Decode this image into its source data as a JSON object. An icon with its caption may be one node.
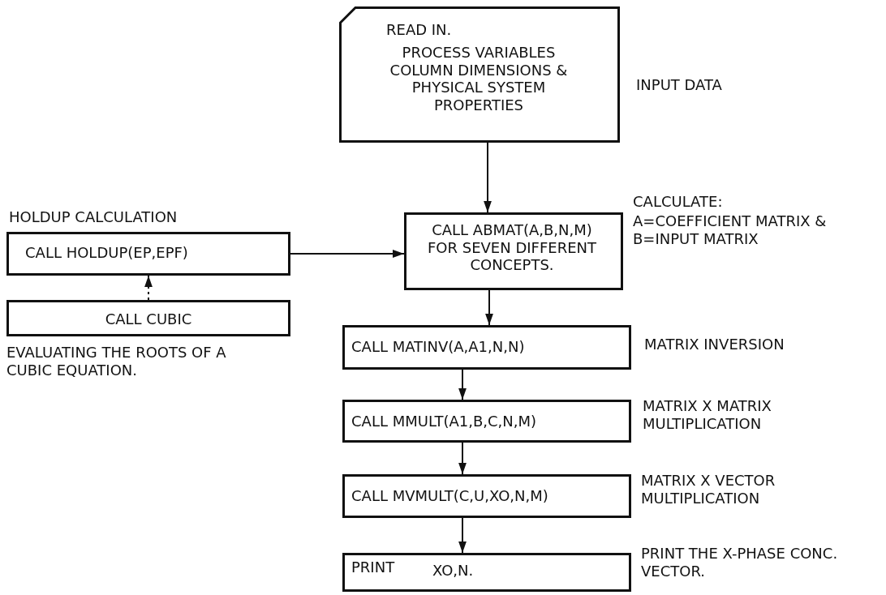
{
  "diagram": {
    "nodes": [
      {
        "text": [
          "READ IN.",
          "PROCESS VARIABLES COLUMN DIMENSIONS & PHYSICAL SYSTEM PROPERTIES"
        ],
        "beside": [
          "INPUT DATA"
        ]
      },
      {
        "text": [
          "HOLDUP CALCULATION",
          "CALL HOLDUP(EP,EPF)"
        ]
      },
      {
        "text": [
          "CALL CUBIC"
        ],
        "beside": [
          "EVALUATING THE ROOTS OF A CUBIC EQUATION."
        ]
      },
      {
        "text": [
          "CALL ABMAT(A,B,N,M) FOR SEVEN DIFFERENT CONCEPTS."
        ],
        "beside": [
          "CALCULATE:",
          "A=COEFFICIENT MATRIX & B=INPUT MATRIX"
        ]
      },
      {
        "text": [
          "CALL MATINV(A,A1,N,N)"
        ],
        "beside": [
          "MATRIX INVERSION"
        ]
      },
      {
        "text": [
          "CALL MMULT(A1,B,C,N,M)"
        ],
        "beside": [
          "MATRIX X MATRIX MULTIPLICATION"
        ]
      },
      {
        "text": [
          "CALL MVMULT(C,U,XO,N,M)"
        ],
        "beside": [
          "MATRIX X VECTOR MULTIPLICATION"
        ]
      },
      {
        "text": [
          "PRINT",
          "XO,N."
        ],
        "beside": [
          "PRINT THE X-PHASE CONC. VECTOR."
        ]
      }
    ],
    "edges": [
      {
        "from": 0,
        "to": 3,
        "arrow": "to"
      },
      {
        "from": 1,
        "to": 3,
        "arrow": "to"
      },
      {
        "from": 2,
        "to": 1,
        "arrow": "to",
        "style": "dashed"
      },
      {
        "from": 3,
        "to": 4,
        "arrow": "to"
      },
      {
        "from": 4,
        "to": 5,
        "arrow": "to"
      },
      {
        "from": 5,
        "to": 6,
        "arrow": "to"
      },
      {
        "from": 6,
        "to": 7,
        "arrow": "to"
      }
    ]
  }
}
